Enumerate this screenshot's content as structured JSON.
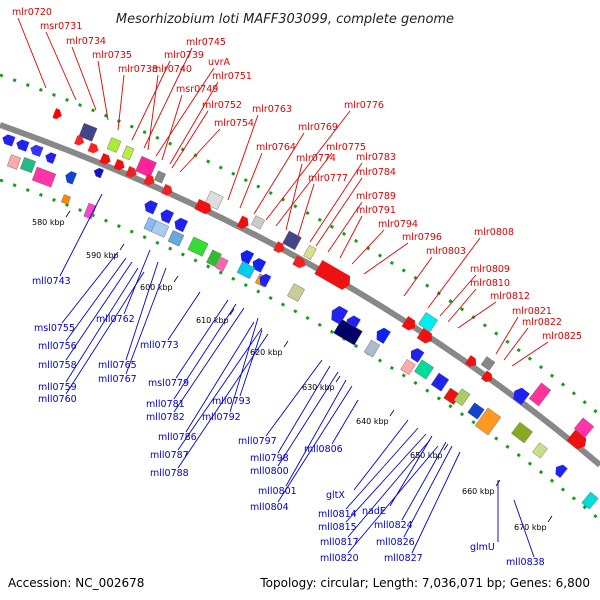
{
  "title": "Mesorhizobium loti MAFF303099, complete genome",
  "footer": {
    "accession": "Accession: NC_002678",
    "topology": "Topology: circular; Length: 7,036,071 bp; Genes: 6,800"
  },
  "colors": {
    "forward": "#e00000",
    "reverse": "#0000cc",
    "backbone": "#888888",
    "dotted_ring": "#1a9a1a"
  },
  "kbp_ticks": [
    "580 kbp",
    "590 kbp",
    "600 kbp",
    "610 kbp",
    "620 kbp",
    "630 kbp",
    "640 kbp",
    "650 kbp",
    "660 kbp",
    "670 kbp"
  ],
  "forward_labels": [
    "mlr0720",
    "msr0731",
    "mlr0734",
    "mlr0735",
    "mlr0738",
    "mlr0739",
    "mlr0745",
    "mlr0740",
    "uvrA",
    "msr0749",
    "mlr0751",
    "mlr0752",
    "mlr0754",
    "mlr0763",
    "mlr0764",
    "mlr0769",
    "mlr0776",
    "mlr0775",
    "mlr0774",
    "mlr0777",
    "mlr0783",
    "mlr0784",
    "mlr0789",
    "mlr0791",
    "mlr0794",
    "mlr0796",
    "mlr0808",
    "mlr0803",
    "mlr0809",
    "mlr0810",
    "mlr0812",
    "mlr0821",
    "mlr0822",
    "mlr0825"
  ],
  "reverse_labels": [
    "mll0743",
    "msl0755",
    "mll0762",
    "mll0756",
    "mll0758",
    "mll0765",
    "mll0759",
    "mll0767",
    "mll0760",
    "mll0773",
    "msl0779",
    "mll0781",
    "mll0793",
    "mll0782",
    "mll0792",
    "mll0786",
    "mll0797",
    "mll0787",
    "mll0798",
    "mll0806",
    "mll0788",
    "mll0800",
    "mll0801",
    "mll0804",
    "gltX",
    "mll0814",
    "nadE",
    "mll0815",
    "mll0824",
    "mll0817",
    "mll0826",
    "mll0820",
    "mll0827",
    "glmU",
    "mll0838"
  ]
}
